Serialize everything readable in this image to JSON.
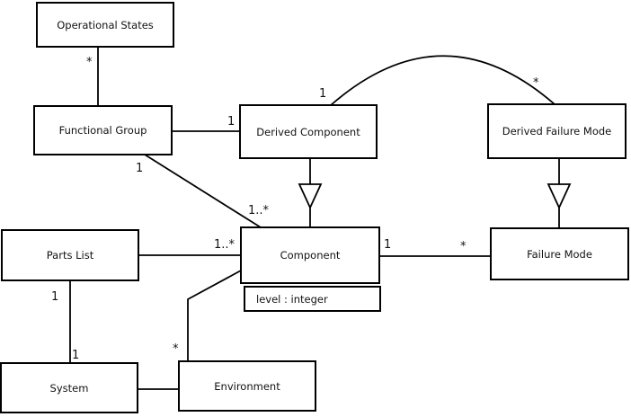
{
  "diagram": {
    "type": "uml-class-diagram",
    "background_color": "#ffffff",
    "line_color": "#000000",
    "text_color": "#111111",
    "nodes": [
      {
        "id": "operational-states",
        "label": "Operational States"
      },
      {
        "id": "functional-group",
        "label": "Functional Group"
      },
      {
        "id": "derived-component",
        "label": "Derived Component"
      },
      {
        "id": "derived-failure-mode",
        "label": "Derived Failure Mode"
      },
      {
        "id": "parts-list",
        "label": "Parts List"
      },
      {
        "id": "component",
        "label": "Component",
        "attribute": "level : integer"
      },
      {
        "id": "failure-mode",
        "label": "Failure Mode"
      },
      {
        "id": "system",
        "label": "System"
      },
      {
        "id": "environment",
        "label": "Environment"
      }
    ],
    "edges": [
      {
        "from": "Operational States",
        "to": "Functional Group",
        "kind": "association",
        "m_from": "*"
      },
      {
        "from": "Functional Group",
        "to": "Derived Component",
        "kind": "association",
        "m_to": "1"
      },
      {
        "from": "Derived Component",
        "to": "Derived Failure Mode",
        "kind": "association-arc",
        "m_from": "1",
        "m_to": "*"
      },
      {
        "from": "Derived Component",
        "to": "Component",
        "kind": "generalization"
      },
      {
        "from": "Derived Failure Mode",
        "to": "Failure Mode",
        "kind": "generalization"
      },
      {
        "from": "Functional Group",
        "to": "Component",
        "kind": "association",
        "m_from": "1",
        "m_to": "1..*"
      },
      {
        "from": "Parts List",
        "to": "Component",
        "kind": "association",
        "m_from": "1",
        "m_to": "1..*"
      },
      {
        "from": "Component",
        "to": "Failure Mode",
        "kind": "association",
        "m_from": "1",
        "m_to": "*"
      },
      {
        "from": "Component",
        "to": "Environment",
        "kind": "association",
        "m_to": "*"
      },
      {
        "from": "Parts List",
        "to": "System",
        "kind": "association",
        "m_from": "1",
        "m_to": "1"
      },
      {
        "from": "System",
        "to": "Environment",
        "kind": "association"
      }
    ]
  }
}
